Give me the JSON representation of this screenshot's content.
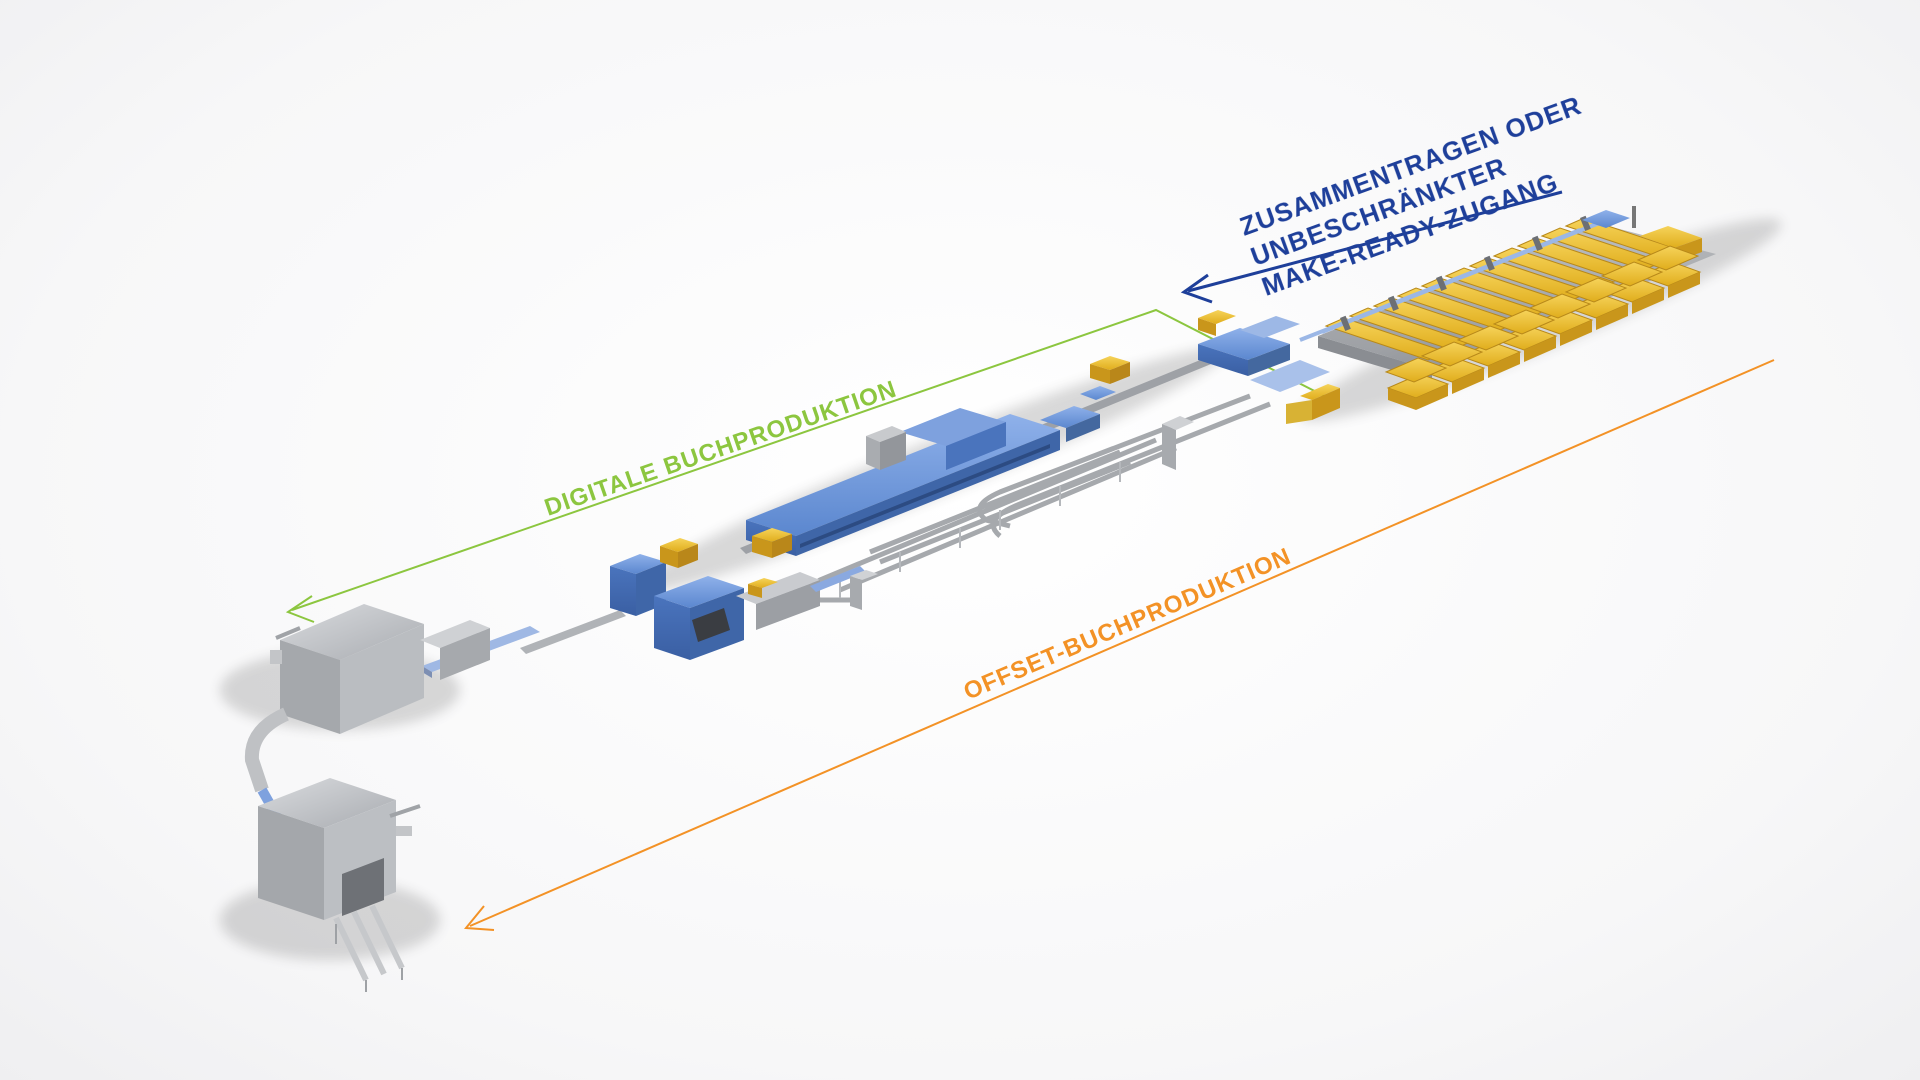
{
  "labels": {
    "collating": {
      "line1": "ZUSAMMENTRAGEN ODER",
      "line2": "UNBESCHRÄNKTER",
      "line3": "MAKE-READY-ZUGANG"
    },
    "digital": "DIGITALE BUCHPRODUKTION",
    "offset": "OFFSET-BUCHPRODUKTION"
  },
  "colors": {
    "collating": "#1e3f9a",
    "digital": "#8cc63f",
    "offset": "#f39226",
    "machine_blue": "#5b87cf",
    "machine_gray": "#b9bcc0",
    "feeder_yellow": "#f1c232"
  },
  "icons": {
    "digital_arrow": "arrow-left",
    "offset_arrow": "arrow-left",
    "collating_arrow": "arrow-left"
  }
}
